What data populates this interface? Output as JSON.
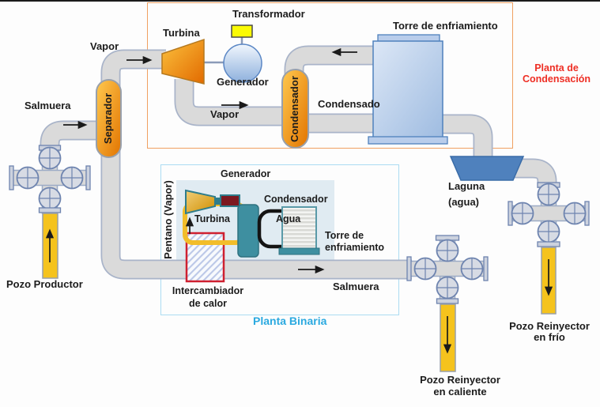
{
  "condensation_plant": {
    "title_line1": "Planta de",
    "title_line2": "Condensación",
    "labels": {
      "vapor_in": "Vapor",
      "turbina": "Turbina",
      "transformador": "Transformador",
      "generador": "Generador",
      "vapor_out": "Vapor",
      "condensador": "Condensador",
      "torre": "Torre de enfriamiento",
      "condensado": "Condensado"
    }
  },
  "binary_plant": {
    "title": "Planta Binaria",
    "labels": {
      "generador": "Generador",
      "pentano": "Pentano (Vapor)",
      "turbina": "Turbina",
      "condensador": "Condensador",
      "agua": "Agua",
      "torre_line1": "Torre de",
      "torre_line2": "enfriamiento",
      "intercambiador_line1": "Intercambiador",
      "intercambiador_line2": "de calor",
      "salmuera": "Salmuera"
    }
  },
  "field": {
    "labels": {
      "salmuera": "Salmuera",
      "separador": "Separador",
      "laguna_line1": "Laguna",
      "laguna_line2": "(agua)",
      "pozo_productor": "Pozo Productor",
      "pozo_caliente_line1": "Pozo Reinyector",
      "pozo_caliente_line2": "en caliente",
      "pozo_frio_line1": "Pozo Reinyector",
      "pozo_frio_line2": "en frío"
    }
  },
  "colors": {
    "condensation_box_border": "#f0a061",
    "condensation_title": "#ee2e24",
    "binary_box_border": "#abdcf2",
    "binary_title": "#2aa9e0",
    "pipe_fill": "#dadada",
    "pipe_border": "#a9b4c9",
    "vessel_orange_light": "#ffc94f",
    "vessel_orange_dark": "#e27400",
    "well_pipe_yellow": "#f5c31d",
    "tower_border": "#4f81bd",
    "laguna_blue": "#4f81bd",
    "transformer_yellow": "#fbfb05",
    "teal_unit": "#3e8fa0",
    "exciter_dark_red": "#7c1820",
    "pentane_loop_yellow": "#f2bd2a",
    "water_loop_black": "#141414",
    "heat_exchanger_border": "#cf2030",
    "text_dark": "#1c1c1c"
  }
}
